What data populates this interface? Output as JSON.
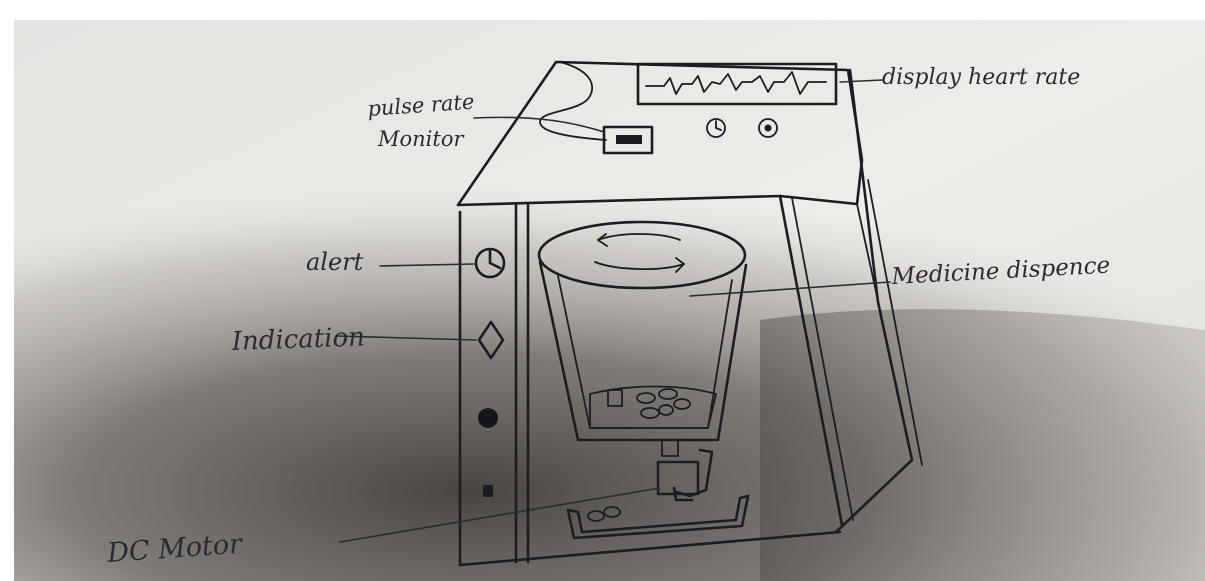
{
  "diagram": {
    "labels": {
      "display_heart_rate": "display heart rate",
      "pulse_rate": "pulse rate",
      "monitor": "Monitor",
      "alert": "alert",
      "indication": "Indication",
      "medicine_dispence": "Medicine dispence",
      "dc_motor": "DC Motor"
    }
  },
  "colors": {
    "paper": "#eceae6",
    "ink": "#1c1c22",
    "shadow": "#3a3632"
  }
}
